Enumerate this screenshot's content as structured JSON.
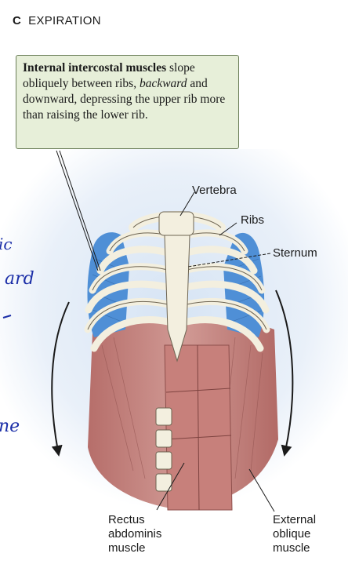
{
  "panel": {
    "letter": "C",
    "title": "EXPIRATION"
  },
  "callout": {
    "term": "Internal intercostal muscles",
    "text1": " slope obliquely between ribs, ",
    "emph": "backward",
    "text2": " and downward, depressing the upper rib more than raising the lower rib."
  },
  "labels": {
    "vertebra": "Vertebra",
    "ribs": "Ribs",
    "sternum": "Sternum",
    "rectus": [
      "Rectus",
      "abdominis",
      "muscle"
    ],
    "external": [
      "External",
      "oblique",
      "muscle"
    ]
  },
  "handwriting": [
    "ic",
    "ard",
    "ne"
  ],
  "colors": {
    "background_glow": "#dce8f5",
    "intercostal_blue": "#4f8fd6",
    "muscle_red": "#c98a86",
    "bone": "#f3efdf",
    "callout_fill": "#e7efd9",
    "ink_blue": "#1c2fa8"
  }
}
